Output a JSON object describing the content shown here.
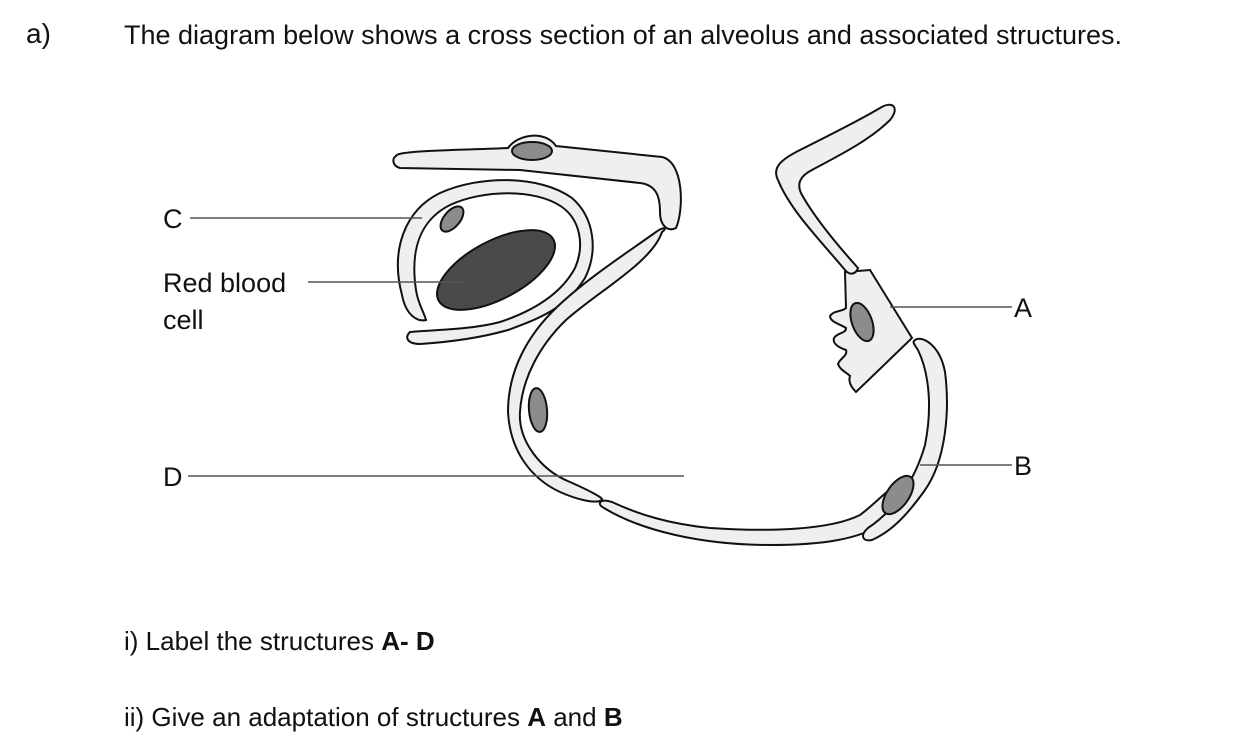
{
  "question": {
    "number": "a)",
    "intro": "The diagram below shows a cross section of an alveolus and associated structures.",
    "part_i": {
      "text": "i) Label the structures ",
      "bold": "A- D"
    },
    "part_ii": {
      "text": "ii) Give an adaptation of structures ",
      "bold1": "A",
      "mid": " and ",
      "bold2": "B"
    }
  },
  "diagram": {
    "labels": {
      "c": "C",
      "red_blood_cell_line1": "Red blood",
      "red_blood_cell_line2": "cell",
      "d": "D",
      "a": "A",
      "b": "B"
    },
    "colors": {
      "wall_fill": "#efefef",
      "nucleus_fill": "#8c8c8c",
      "rbc_fill": "#4a4a4a",
      "stroke": "#111111",
      "leader": "#555555"
    }
  }
}
